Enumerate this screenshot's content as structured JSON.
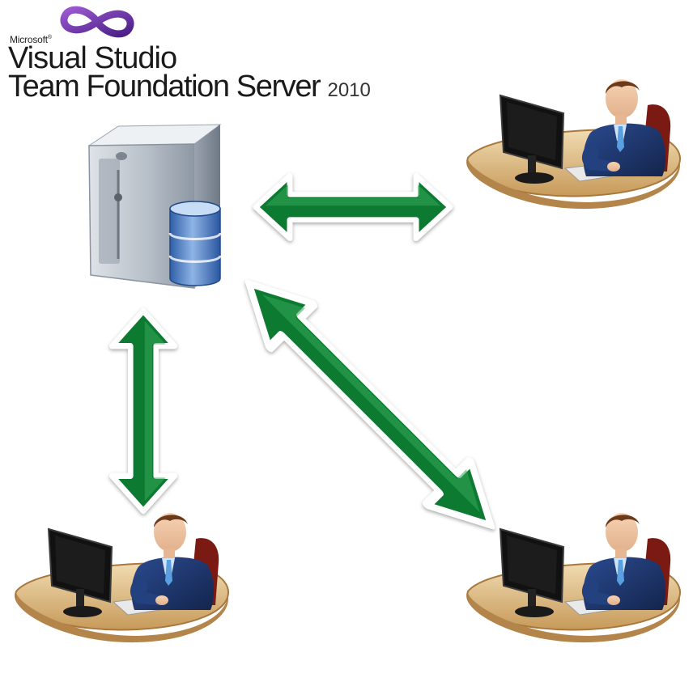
{
  "logo": {
    "vendor": "Microsoft",
    "vendor_mark": "®",
    "product": "Visual Studio",
    "suite": "Team Foundation Server",
    "year": "2010",
    "infinity_color": "#6b2fa3"
  },
  "diagram": {
    "server_icon": "server-with-database-icon",
    "client_icon": "user-at-workstation-icon",
    "connection_color": "#0e7a33",
    "clients": [
      "top-right",
      "bottom-left",
      "bottom-right"
    ]
  }
}
